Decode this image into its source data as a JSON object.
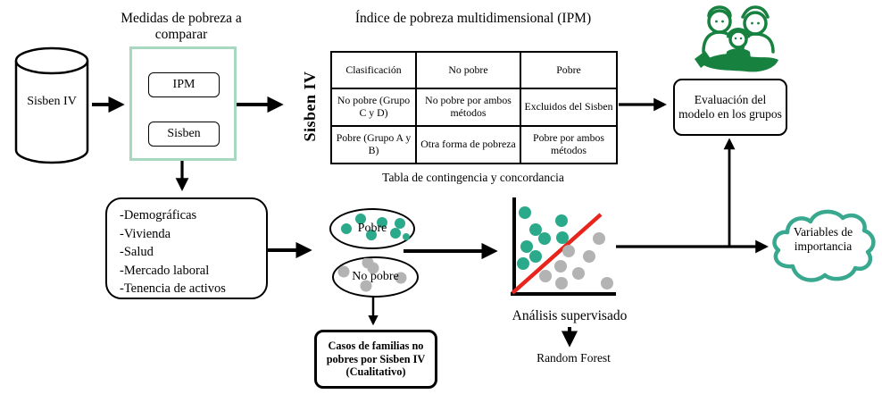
{
  "colors": {
    "light_green_border": "#a8d8c0",
    "teal_dot": "#2ba98b",
    "gray_dot": "#b3b3b3",
    "cloud_teal": "#38a88f",
    "family_green": "#17813f",
    "classifier_line_red": "#e8251d"
  },
  "icons": {
    "database": "database-cylinder-icon",
    "family": "family-group-icon",
    "cloud": "cloud-shape"
  },
  "database": {
    "label": "Sisben IV"
  },
  "measures": {
    "title": "Medidas de pobreza a comparar",
    "items": [
      "IPM",
      "Sisben"
    ]
  },
  "ipm_table": {
    "title": "Índice de pobreza multidimensional (IPM)",
    "side_label": "Sisben IV",
    "rows": [
      [
        "Clasificación",
        "No pobre",
        "Pobre"
      ],
      [
        "No pobre (Grupo C y D)",
        "No pobre por ambos métodos",
        "Excluidos del Sisben"
      ],
      [
        "Pobre (Grupo A y B)",
        "Otra forma de pobreza",
        "Pobre por ambos métodos"
      ]
    ],
    "caption": "Tabla de contingencia y concordancia"
  },
  "evaluation": {
    "label": "Evaluación del modelo en los grupos"
  },
  "variables": {
    "items": [
      "-Demográficas",
      "-Vivienda",
      "-Salud",
      "-Mercado laboral",
      "-Tenencia de activos"
    ]
  },
  "clusters": {
    "pobre_label": "Pobre",
    "no_pobre_label": "No pobre"
  },
  "supervised": {
    "label": "Análisis supervisado",
    "method": "Random Forest"
  },
  "importance_cloud": {
    "label": "Variables de importancia"
  },
  "qualitative": {
    "label": "Casos de familias no pobres por Sisben IV (Cualitativo)"
  }
}
